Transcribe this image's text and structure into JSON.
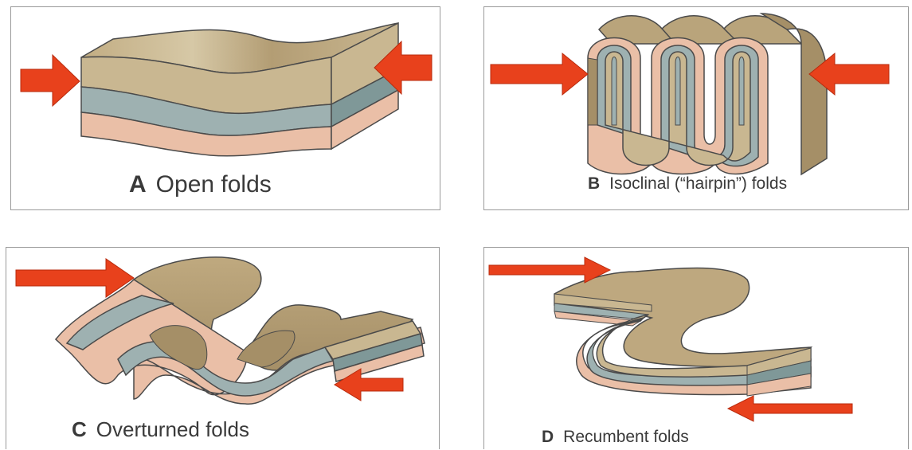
{
  "panels": [
    {
      "letter": "A",
      "label": "Open folds"
    },
    {
      "letter": "B",
      "label": "Isoclinal (“hairpin”) folds"
    },
    {
      "letter": "C",
      "label": "Overturned folds"
    },
    {
      "letter": "D",
      "label": "Recumbent folds"
    }
  ],
  "colors": {
    "top_layer": "#c9b791",
    "top_surface": "#bea87f",
    "middle_layer": "#9eb1b1",
    "bottom_layer": "#eabfa7",
    "inner_face": "#a58f67",
    "outline": "#4a4a4a",
    "arrow": "#e8411c",
    "border": "#9a9a9a"
  }
}
